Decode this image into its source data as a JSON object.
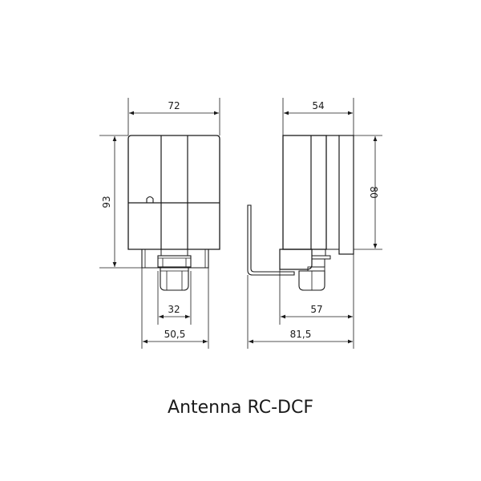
{
  "caption": "Antenna RC-DCF",
  "front_view": {
    "width_label": "72",
    "height_label": "93",
    "gland_label": "32",
    "base_width_label": "50,5"
  },
  "side_view": {
    "depth_label": "54",
    "height_label": "80",
    "gland_offset_label": "57",
    "total_depth_label": "81,5"
  },
  "colors": {
    "line": "#1a1a1a",
    "background": "#ffffff"
  }
}
